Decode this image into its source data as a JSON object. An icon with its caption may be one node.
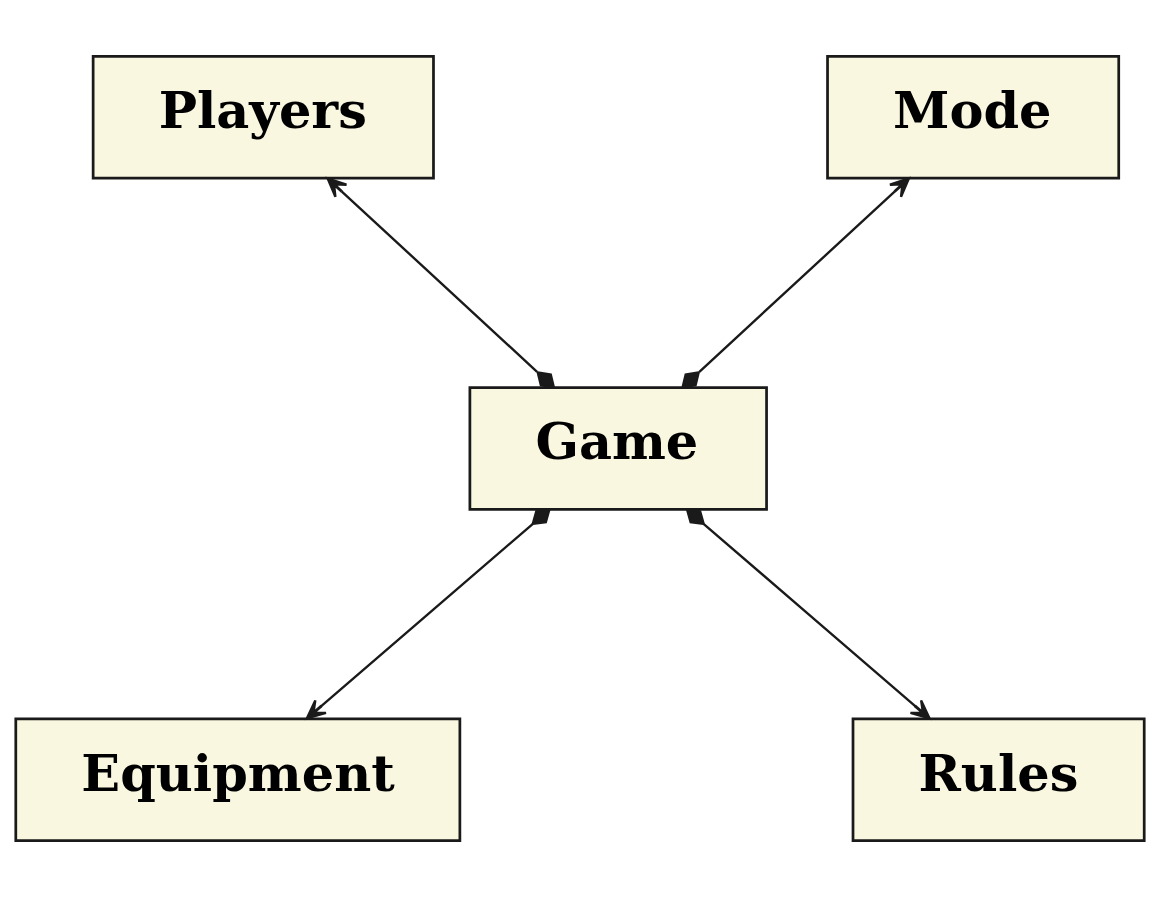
{
  "diagram": {
    "nodes": [
      {
        "text": [
          "Players"
        ]
      },
      {
        "text": [
          "Mode"
        ]
      },
      {
        "text": [
          "Game"
        ]
      },
      {
        "text": [
          "Equipment"
        ]
      },
      {
        "text": [
          "Rules"
        ]
      }
    ],
    "edges": [
      {
        "from": 2,
        "to": 0,
        "arrow": "to"
      },
      {
        "from": 2,
        "to": 1,
        "arrow": "to"
      },
      {
        "from": 2,
        "to": 3,
        "arrow": "to"
      },
      {
        "from": 2,
        "to": 4,
        "arrow": "to"
      }
    ]
  }
}
